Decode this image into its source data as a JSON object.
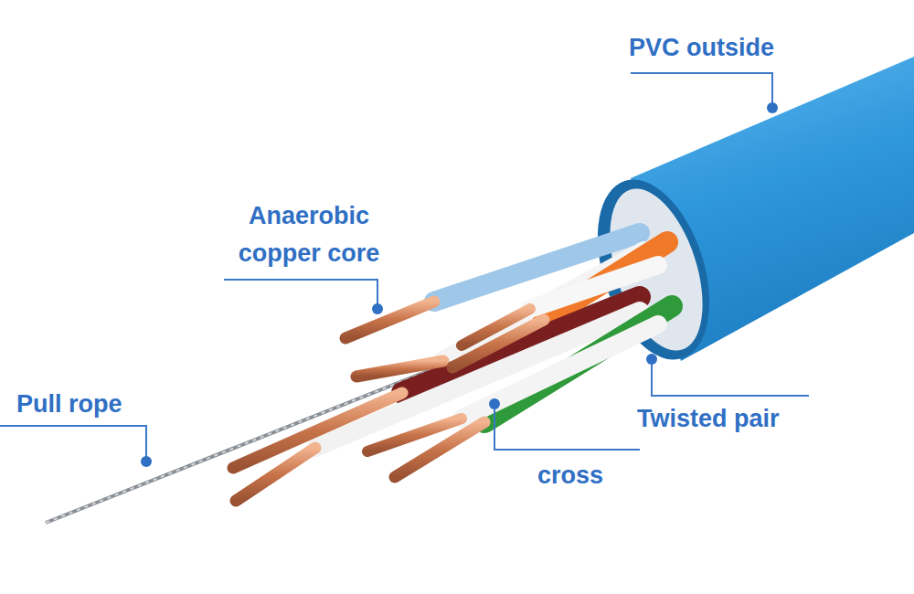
{
  "diagram": {
    "labels": [
      "PVC outside",
      "Anaerobic copper core",
      "Pull rope",
      "Twisted pair",
      "cross"
    ]
  }
}
